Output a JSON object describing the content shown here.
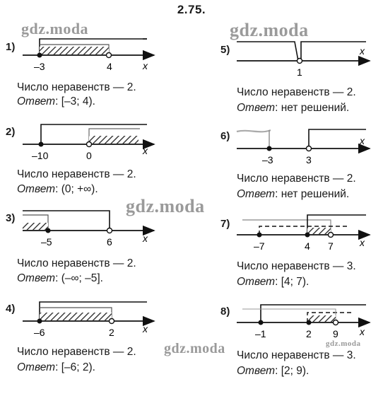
{
  "title": "2.75.",
  "watermark": "gdz.moda",
  "answer_label": "Ответ",
  "axis_var": "x",
  "problems": [
    {
      "num": "1)",
      "count_text": "Число неравенств — 2.",
      "answer": ": [–3; 4).",
      "ticks": [
        "–3",
        "4"
      ]
    },
    {
      "num": "2)",
      "count_text": "Число неравенств — 2.",
      "answer": ": (0; +∞).",
      "ticks": [
        "–10",
        "0"
      ]
    },
    {
      "num": "3)",
      "count_text": "Число неравенств — 2.",
      "answer": ": (–∞; –5].",
      "ticks": [
        "–5",
        "6"
      ]
    },
    {
      "num": "4)",
      "count_text": "Число неравенств — 2.",
      "answer": ": [–6; 2).",
      "ticks": [
        "–6",
        "2"
      ]
    },
    {
      "num": "5)",
      "count_text": "Число неравенств — 2.",
      "answer": ": нет решений.",
      "ticks": [
        "1"
      ]
    },
    {
      "num": "6)",
      "count_text": "Число неравенств — 2.",
      "answer": ": нет решений.",
      "ticks": [
        "–3",
        "3"
      ]
    },
    {
      "num": "7)",
      "count_text": "Число неравенств — 3.",
      "answer": ": [4; 7).",
      "ticks": [
        "–7",
        "4",
        "7"
      ]
    },
    {
      "num": "8)",
      "count_text": "Число неравенств — 3.",
      "answer": ": [2; 9).",
      "ticks": [
        "–1",
        "2",
        "9"
      ]
    }
  ]
}
